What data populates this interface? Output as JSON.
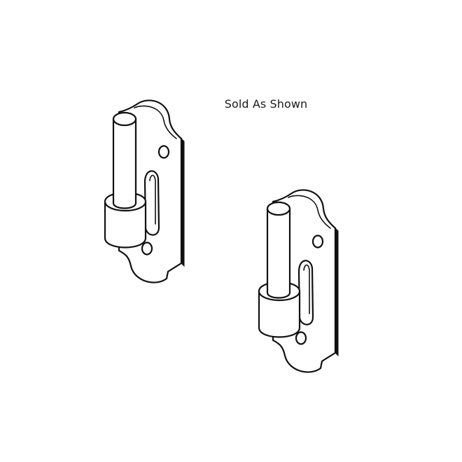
{
  "caption": "Sold As Shown",
  "colors": {
    "line": "#111111",
    "background": "#ffffff"
  },
  "items": [
    {
      "name": "hinge-pin-upper"
    },
    {
      "name": "hinge-pin-lower"
    }
  ]
}
